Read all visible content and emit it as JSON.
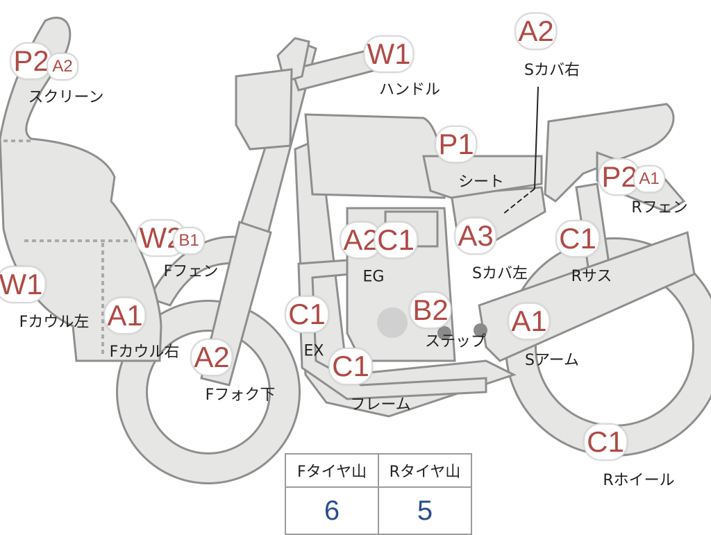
{
  "parts": [
    {
      "id": "screen",
      "codes": [
        "P2",
        "A2"
      ],
      "label": "スクリーン"
    },
    {
      "id": "handle",
      "codes": [
        "W1"
      ],
      "label": "ハンドル"
    },
    {
      "id": "scover-right",
      "codes": [
        "A2"
      ],
      "label": "Sカバ右"
    },
    {
      "id": "seat",
      "codes": [
        "P1"
      ],
      "label": "シート"
    },
    {
      "id": "rfender",
      "codes": [
        "P2",
        "A1"
      ],
      "label": "Rフェン"
    },
    {
      "id": "ffender",
      "codes": [
        "W2",
        "B1"
      ],
      "label": "Fフェン"
    },
    {
      "id": "engine",
      "codes": [
        "A2",
        "C1"
      ],
      "label": "EG"
    },
    {
      "id": "scover-left",
      "codes": [
        "A3"
      ],
      "label": "Sカバ左"
    },
    {
      "id": "rsus",
      "codes": [
        "C1"
      ],
      "label": "Rサス"
    },
    {
      "id": "fcowl-left",
      "codes": [
        "W1"
      ],
      "label": "Fカウル左"
    },
    {
      "id": "fcowl-right",
      "codes": [
        "A1"
      ],
      "label": "Fカウル右"
    },
    {
      "id": "exhaust",
      "codes": [
        "C1"
      ],
      "label": "EX"
    },
    {
      "id": "step",
      "codes": [
        "B2"
      ],
      "label": "ステップ"
    },
    {
      "id": "swingarm",
      "codes": [
        "A1"
      ],
      "label": "Sアーム"
    },
    {
      "id": "ffork",
      "codes": [
        "A2"
      ],
      "label": "Fフォク下"
    },
    {
      "id": "frame",
      "codes": [
        "C1"
      ],
      "label": "フレーム"
    },
    {
      "id": "rwheel",
      "codes": [
        "C1"
      ],
      "label": "Rホイール"
    }
  ],
  "tire_table": {
    "headers": [
      "Fタイヤ山",
      "Rタイヤ山"
    ],
    "values": [
      "6",
      "5"
    ]
  },
  "colors": {
    "code": "#b04a45",
    "tire_value": "#2a4d8f",
    "part_fill": "#e6e6e4",
    "part_stroke": "#8e8e8e"
  }
}
